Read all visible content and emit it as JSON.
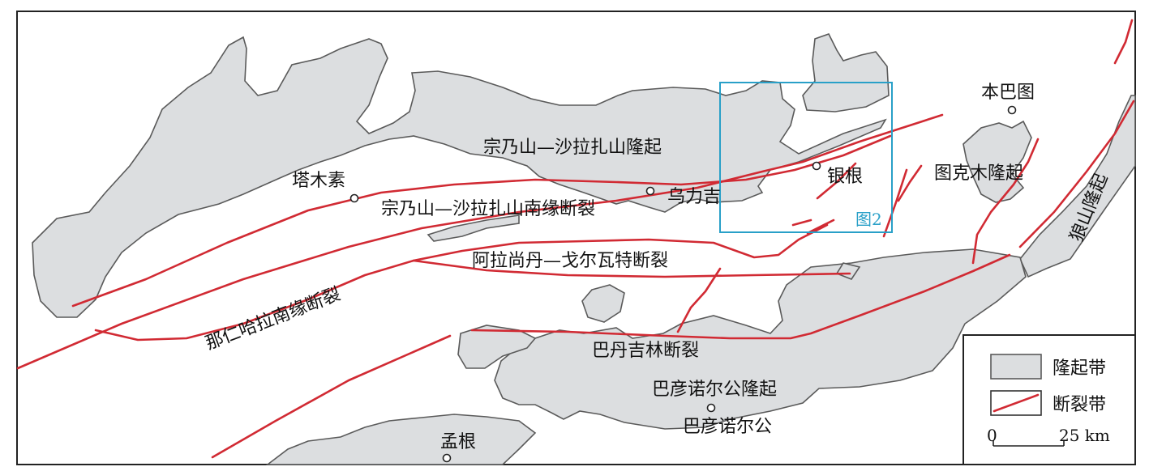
{
  "labels": {
    "zongnai_uplift": "宗乃山—沙拉扎山隆起",
    "zongnai_fault": "宗乃山—沙拉扎山南缘断裂",
    "alashang_fault": "阿拉尚丹—戈尔瓦特断裂",
    "naren_fault": "那仁哈拉南缘断裂",
    "badanjilin_fault": "巴丹吉林断裂",
    "bayannuoer_uplift": "巴彦诺尔公隆起",
    "tuke_uplift": "图克木隆起",
    "langshan_uplift": "狼山隆起"
  },
  "places": {
    "tamusu": "塔木素",
    "wuliji": "乌力吉",
    "yingen": "银根",
    "benbatu": "本巴图",
    "menggen": "孟根",
    "bayannuoer": "巴彦诺尔公"
  },
  "inset_label": "图2",
  "legend": {
    "uplift": "隆起带",
    "fault": "断裂带",
    "scale_start": "0",
    "scale_end": "25 km"
  },
  "colors": {
    "uplift_fill": "#dcdee0",
    "fault_red": "#d12a33",
    "inset_blue": "#29a0c8"
  }
}
